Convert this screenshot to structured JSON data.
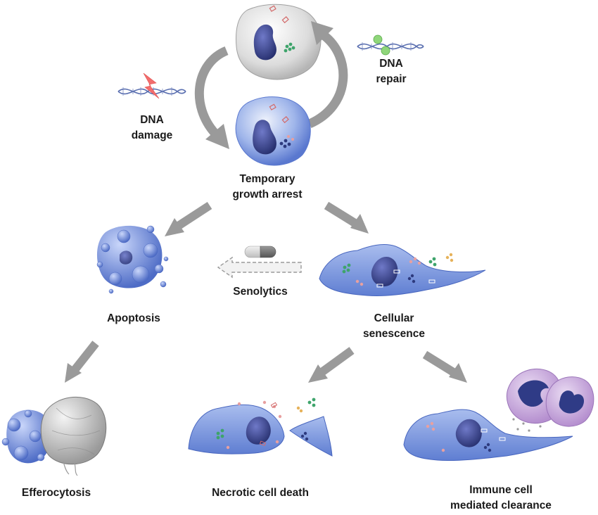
{
  "labels": {
    "dna_damage": "DNA\ndamage",
    "dna_repair": "DNA\nrepair",
    "temporary_growth_arrest": "Temporary\ngrowth arrest",
    "apoptosis": "Apoptosis",
    "senolytics": "Senolytics",
    "cellular_senescence": "Cellular\nsenescence",
    "efferocytosis": "Efferocytosis",
    "necrotic_cell_death": "Necrotic cell death",
    "immune_cell_clearance": "Immune cell\nmediated clearance"
  },
  "colors": {
    "arrow": "#9a9a9a",
    "cell_blue": "#6e8fd6",
    "nucleus": "#2f3b86",
    "damage_bolt": "#f26d6d",
    "repair_dot": "#8fd67a",
    "immune_purple": "#c8a6dc",
    "macrophage_gray": "#c9c9c9"
  }
}
